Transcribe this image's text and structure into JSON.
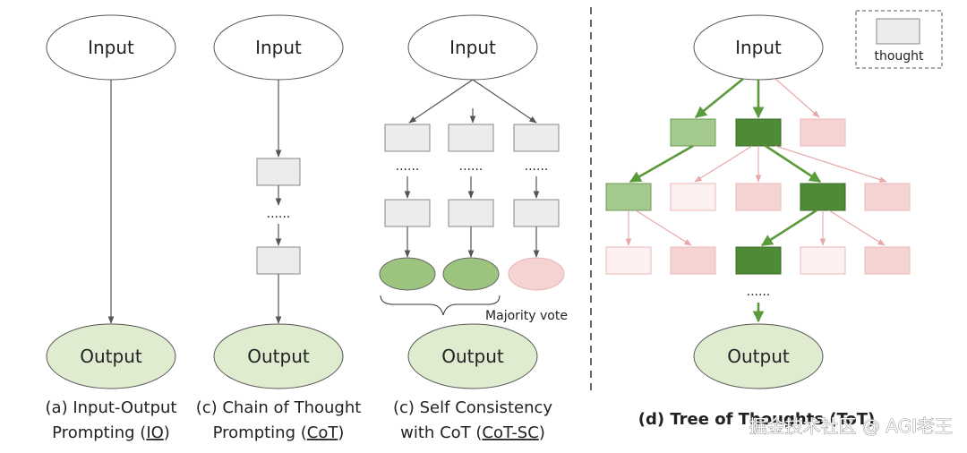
{
  "nodes": {
    "input": "Input",
    "output": "Output",
    "dots": "......"
  },
  "captions": {
    "io_line1": "(a) Input-Output",
    "io_line2_prefix": "Prompting (",
    "io_line2_abbr": "IO",
    "io_line2_suffix": ")",
    "cot_line1": "(c) Chain of Thought",
    "cot_line2_prefix": "Prompting (",
    "cot_line2_abbr": "CoT",
    "cot_line2_suffix": ")",
    "sc_line1": "(c) Self Consistency",
    "sc_line2_prefix": "with CoT (",
    "sc_line2_abbr": "CoT-SC",
    "sc_line2_suffix": ")",
    "tot": "(d) Tree of Thoughts (ToT)"
  },
  "labels": {
    "majority_vote": "Majority vote"
  },
  "legend": {
    "thought": "thought"
  },
  "watermark": "掘金技术社区 @ AGI老王",
  "colors": {
    "ellipse_green": "#dfeccf",
    "thought_gray": "#ececec",
    "answer_green": "#9cc47e",
    "answer_pink": "#f6d3d3",
    "tot_dark": "#4f8b36",
    "tot_mid": "#a3c98c",
    "tot_pink": "#f6d3d3",
    "tot_pale": "#fcf0f0",
    "arrow_green": "#5a9a3a",
    "arrow_pink": "#e7a9a9",
    "arrow_gray": "#555555"
  }
}
